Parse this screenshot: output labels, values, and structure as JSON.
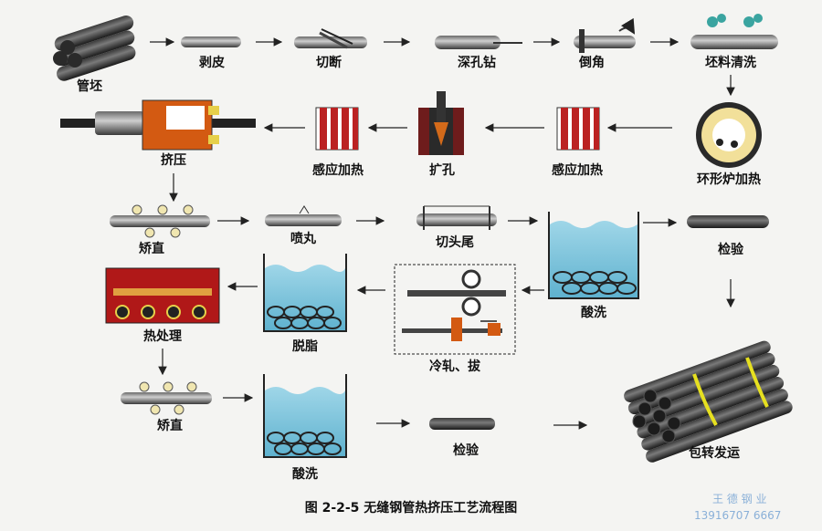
{
  "caption": "图 2-2-5   无缝钢管热挤压工艺流程图",
  "watermark": {
    "company": "王 德 钢 业",
    "phone": "13916707 6667"
  },
  "steps": {
    "billet": "管坯",
    "peeling": "剥皮",
    "cutting": "切断",
    "deep_drilling": "深孔钻",
    "chamfer": "倒角",
    "billet_cleaning": "坯料清洗",
    "ring_furnace": "环形炉加热",
    "induction_heating_1": "感应加热",
    "expanding": "扩孔",
    "induction_heating_2": "感应加热",
    "extrusion": "挤压",
    "straightening_1": "矫直",
    "shot_blasting": "喷丸",
    "crop_ends": "切头尾",
    "pickling_1": "酸洗",
    "inspection_1": "检验",
    "cold_roll_draw": "冷轧、拔",
    "degreasing": "脱脂",
    "heat_treatment": "热处理",
    "straightening_2": "矫直",
    "pickling_2": "酸洗",
    "inspection_2": "检验",
    "packing_shipping": "包转发运"
  }
}
